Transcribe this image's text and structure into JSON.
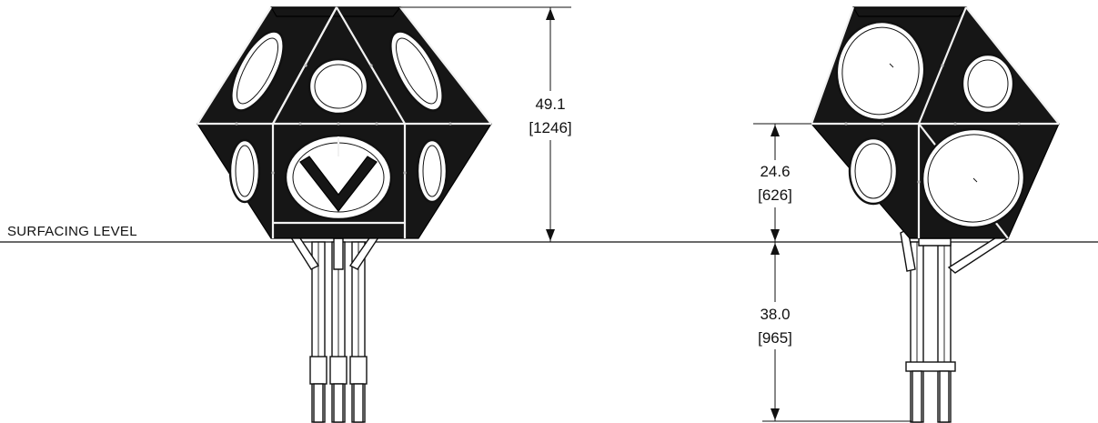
{
  "surfacing_level_label": "SURFACING LEVEL",
  "dimensions": {
    "overall_height": {
      "value": "49.1",
      "metric": "[1246]"
    },
    "above_surface": {
      "value": "24.6",
      "metric": "[626]"
    },
    "below_surface": {
      "value": "38.0",
      "metric": "[965]"
    }
  }
}
